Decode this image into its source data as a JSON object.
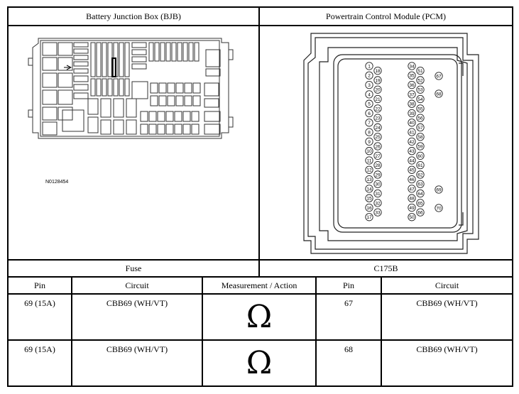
{
  "header": {
    "left_title": "Battery Junction Box (BJB)",
    "right_title": "Powertrain Control Module (PCM)"
  },
  "bjb_image": {
    "code": "N0128454"
  },
  "pcm_image": {
    "col1_pins": [
      "1",
      "2",
      "3",
      "4",
      "5",
      "6",
      "7",
      "8",
      "9",
      "10",
      "11",
      "12",
      "13",
      "14",
      "15",
      "16",
      "17"
    ],
    "col2_pins": [
      "18",
      "19",
      "20",
      "21",
      "22",
      "23",
      "24",
      "25",
      "26",
      "27",
      "28",
      "29",
      "30",
      "31",
      "32",
      "33"
    ],
    "col3_pins": [
      "34",
      "35",
      "36",
      "37",
      "38",
      "39",
      "40",
      "41",
      "42",
      "43",
      "44",
      "45",
      "46",
      "47",
      "48",
      "49",
      "50"
    ],
    "col4_pins": [
      "51",
      "52",
      "53",
      "54",
      "55",
      "56",
      "57",
      "58",
      "59",
      "60",
      "61",
      "62",
      "63",
      "64",
      "65",
      "66"
    ],
    "side_pins": [
      "67",
      "68",
      "69",
      "70"
    ]
  },
  "connectors": {
    "left": "Fuse",
    "right": "C175B"
  },
  "columns": {
    "pin": "Pin",
    "circuit": "Circuit",
    "measurement": "Measurement / Action",
    "pin2": "Pin",
    "circuit2": "Circuit"
  },
  "rows": [
    {
      "pin": "69 (15A)",
      "circuit": "CBB69 (WH/VT)",
      "measurement": "Ω",
      "pin2": "67",
      "circuit2": "CBB69 (WH/VT)"
    },
    {
      "pin": "69 (15A)",
      "circuit": "CBB69 (WH/VT)",
      "measurement": "Ω",
      "pin2": "68",
      "circuit2": "CBB69 (WH/VT)"
    }
  ]
}
